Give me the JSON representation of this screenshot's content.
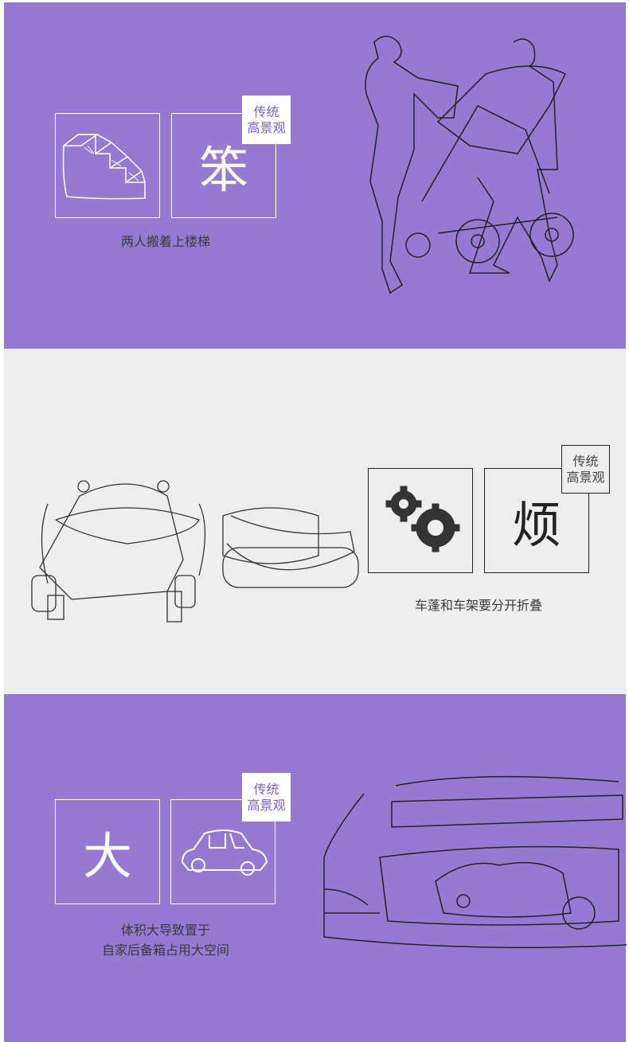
{
  "colors": {
    "purple": "#967ad2",
    "grey": "#eeeeee"
  },
  "sections": [
    {
      "tag": [
        "传统",
        "高景观"
      ],
      "char": "笨",
      "caption": [
        "两人搬着上楼梯"
      ],
      "icon": "stairs-icon"
    },
    {
      "tag": [
        "传统",
        "高景观"
      ],
      "char": "烦",
      "caption": [
        "车蓬和车架要分开折叠"
      ],
      "icon": "gears-icon"
    },
    {
      "tag": [
        "传统",
        "高景观"
      ],
      "char": "大",
      "caption": [
        "体积大导致置于",
        "自家后备箱占用大空间"
      ],
      "icon": "car-icon"
    }
  ]
}
